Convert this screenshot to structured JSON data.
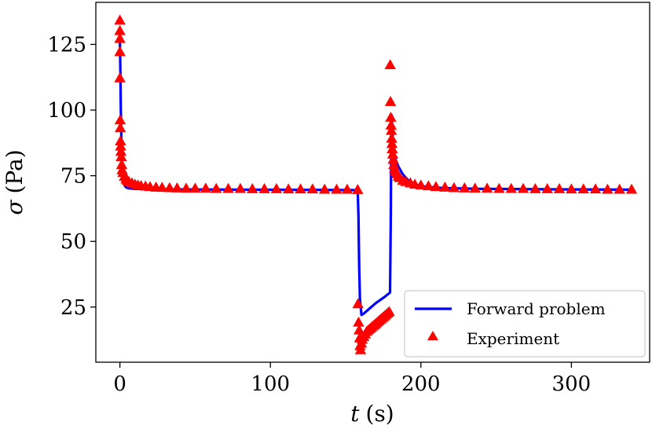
{
  "chart_data": {
    "type": "line",
    "xlabel_var": "t",
    "xlabel_unit": "(s)",
    "ylabel_var": "σ",
    "ylabel_unit": "(Pa)",
    "xlim": [
      -16,
      352
    ],
    "ylim": [
      4,
      141
    ],
    "xticks": [
      0,
      100,
      200,
      300
    ],
    "yticks": [
      25,
      50,
      75,
      100,
      125
    ],
    "grid": false,
    "legend_position": "bottom-right",
    "series": [
      {
        "name": "Forward problem",
        "style": "line",
        "color": "#0000ff",
        "points": [
          [
            0,
            126
          ],
          [
            0.3,
            115
          ],
          [
            0.6,
            100
          ],
          [
            1,
            88
          ],
          [
            1.5,
            80
          ],
          [
            2,
            75
          ],
          [
            3,
            71.5
          ],
          [
            4,
            70.6
          ],
          [
            6,
            70.2
          ],
          [
            10,
            70
          ],
          [
            30,
            69.8
          ],
          [
            80,
            69.7
          ],
          [
            130,
            69.6
          ],
          [
            158,
            69.5
          ],
          [
            158.5,
            60
          ],
          [
            159,
            40
          ],
          [
            159.5,
            28
          ],
          [
            160.5,
            22
          ],
          [
            162,
            22.5
          ],
          [
            165,
            24
          ],
          [
            170,
            26.5
          ],
          [
            175,
            28.5
          ],
          [
            179.5,
            30.5
          ],
          [
            180,
            60
          ],
          [
            180.3,
            90
          ],
          [
            180.6,
            98
          ],
          [
            181,
            92
          ],
          [
            182,
            85
          ],
          [
            183,
            81.5
          ],
          [
            185,
            78.5
          ],
          [
            188,
            75.5
          ],
          [
            192,
            73
          ],
          [
            197,
            71.6
          ],
          [
            203,
            70.8
          ],
          [
            215,
            70.3
          ],
          [
            240,
            70
          ],
          [
            290,
            69.8
          ],
          [
            340,
            69.7
          ]
        ]
      },
      {
        "name": "Experiment",
        "style": "triangle-markers",
        "color": "#ff0000",
        "points": [
          [
            0,
            134
          ],
          [
            0,
            130
          ],
          [
            0,
            127
          ],
          [
            0,
            122
          ],
          [
            0,
            112
          ],
          [
            0.2,
            96
          ],
          [
            0.3,
            93
          ],
          [
            0.4,
            88
          ],
          [
            0.5,
            86
          ],
          [
            0.7,
            84
          ],
          [
            0.9,
            82
          ],
          [
            1.2,
            79
          ],
          [
            1.5,
            77
          ],
          [
            2,
            76
          ],
          [
            3,
            74.5
          ],
          [
            4,
            73.5
          ],
          [
            5,
            73
          ],
          [
            6,
            72.5
          ],
          [
            8,
            72
          ],
          [
            10,
            71.5
          ],
          [
            12,
            71.2
          ],
          [
            14,
            71
          ],
          [
            17,
            70.8
          ],
          [
            20,
            70.6
          ],
          [
            24,
            70.4
          ],
          [
            28,
            70.3
          ],
          [
            33,
            70.2
          ],
          [
            38,
            70.1
          ],
          [
            44,
            70
          ],
          [
            50,
            70
          ],
          [
            57,
            70
          ],
          [
            64,
            69.9
          ],
          [
            72,
            69.9
          ],
          [
            80,
            69.9
          ],
          [
            88,
            69.8
          ],
          [
            96,
            69.8
          ],
          [
            104,
            69.8
          ],
          [
            112,
            69.7
          ],
          [
            120,
            69.7
          ],
          [
            128,
            69.7
          ],
          [
            136,
            69.6
          ],
          [
            144,
            69.6
          ],
          [
            151,
            69.6
          ],
          [
            158,
            69.5
          ],
          [
            158.2,
            26
          ],
          [
            158.6,
            19
          ],
          [
            159,
            16
          ],
          [
            159.3,
            13
          ],
          [
            159.6,
            10
          ],
          [
            159.9,
            8.5
          ],
          [
            160.5,
            11
          ],
          [
            161,
            12.5
          ],
          [
            162,
            13.5
          ],
          [
            163,
            14.5
          ],
          [
            164,
            15.5
          ],
          [
            165,
            16
          ],
          [
            166,
            16.5
          ],
          [
            167,
            17
          ],
          [
            168,
            17.5
          ],
          [
            169,
            18
          ],
          [
            170,
            18.5
          ],
          [
            171,
            19
          ],
          [
            172,
            19.5
          ],
          [
            173,
            20
          ],
          [
            174,
            20.5
          ],
          [
            175,
            21
          ],
          [
            176,
            21.5
          ],
          [
            177,
            22
          ],
          [
            178,
            22.5
          ],
          [
            179,
            23
          ],
          [
            179.6,
            117
          ],
          [
            179.8,
            103
          ],
          [
            180,
            97
          ],
          [
            180.2,
            94
          ],
          [
            180.4,
            92
          ],
          [
            180.6,
            89
          ],
          [
            180.8,
            87
          ],
          [
            181,
            85
          ],
          [
            181.3,
            83
          ],
          [
            181.6,
            81
          ],
          [
            182,
            79
          ],
          [
            182.5,
            77.5
          ],
          [
            183,
            76.5
          ],
          [
            184,
            75.5
          ],
          [
            185,
            74.5
          ],
          [
            186,
            74
          ],
          [
            188,
            73
          ],
          [
            190,
            72.5
          ],
          [
            193,
            72
          ],
          [
            196,
            71.5
          ],
          [
            200,
            71.2
          ],
          [
            205,
            70.9
          ],
          [
            210,
            70.6
          ],
          [
            216,
            70.4
          ],
          [
            222,
            70.2
          ],
          [
            229,
            70.1
          ],
          [
            236,
            70
          ],
          [
            244,
            70
          ],
          [
            252,
            69.9
          ],
          [
            260,
            69.9
          ],
          [
            268,
            69.9
          ],
          [
            276,
            69.8
          ],
          [
            284,
            69.8
          ],
          [
            292,
            69.8
          ],
          [
            300,
            69.7
          ],
          [
            308,
            69.7
          ],
          [
            316,
            69.7
          ],
          [
            324,
            69.6
          ],
          [
            332,
            69.6
          ],
          [
            340,
            69.6
          ]
        ]
      }
    ]
  },
  "colors": {
    "forward_line": "#0000ff",
    "experiment_marker": "#ff0000",
    "axis": "#000000",
    "background": "#ffffff"
  }
}
